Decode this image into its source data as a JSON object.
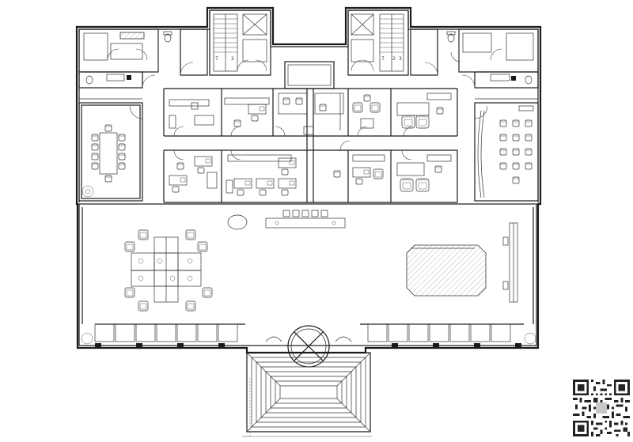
{
  "plan": {
    "stair_marks": [
      "7",
      "2",
      "7",
      "2",
      "3"
    ]
  },
  "qr_code": {
    "icon": "qr-code-icon"
  }
}
